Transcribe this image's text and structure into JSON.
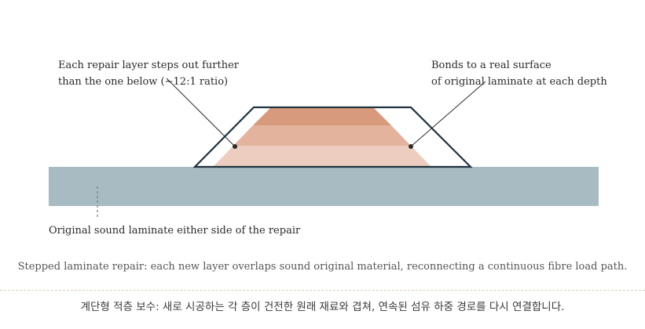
{
  "figure": {
    "annotation_left": {
      "line1": "Each repair layer steps out further",
      "line2": "than the one below (~12:1 ratio)"
    },
    "annotation_right": {
      "line1": "Bonds to a real surface",
      "line2": "of original laminate at each depth"
    },
    "laminate_label": "Original sound laminate either side of the repair",
    "colors": {
      "laminate": "#a9bbc2",
      "outline": "#1f3340",
      "layer_top": "#d89a7c",
      "layer_middle": "#e3b39e",
      "layer_bottom": "#eccdbf"
    }
  },
  "caption_en": "Stepped laminate repair: each new layer overlaps sound original material, reconnecting a continuous fibre load path.",
  "caption_ko": "계단형 적층 보수: 새로 시공하는 각 층이 건전한 원래 재료와 겹쳐, 연속된 섬유 하중 경로를 다시 연결합니다."
}
